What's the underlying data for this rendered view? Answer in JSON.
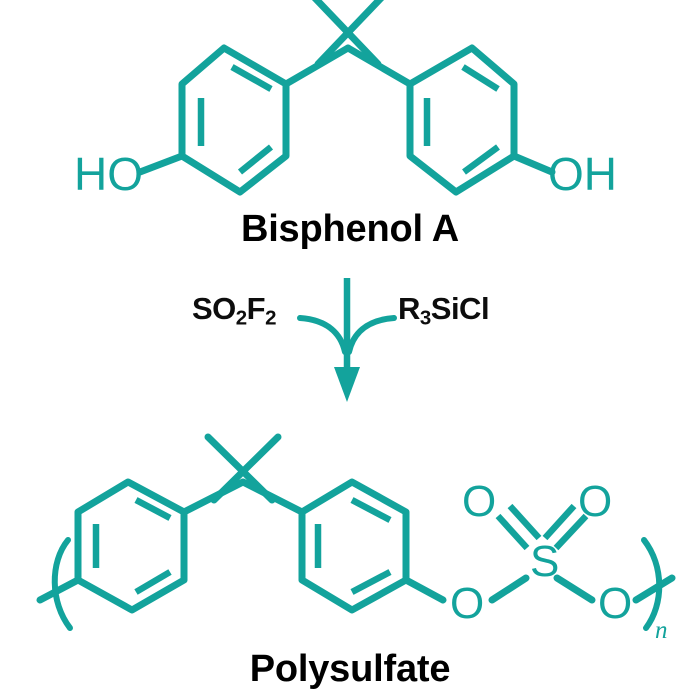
{
  "scheme": {
    "title_top": "Bisphenol A",
    "title_bottom": "Polysulfate",
    "accent_color": "#13a39c",
    "text_color": "#000000",
    "background_color": "#ffffff"
  },
  "reactant": {
    "name": "Bisphenol A",
    "labels": {
      "hydroxyl_left": "HO",
      "hydroxyl_right": "OH"
    }
  },
  "reagents": {
    "left": {
      "text": "SO2F2",
      "prefix": "SO",
      "sub1": "2",
      "mid": "F",
      "sub2": "2"
    },
    "right": {
      "text": "R3SiCl",
      "prefix": "R",
      "sub1": "3",
      "suffix": "SiCl"
    },
    "arrow_direction": "down"
  },
  "product": {
    "name": "Polysulfate",
    "labels": {
      "ester_oxygen_left": "O",
      "sulfur": "S",
      "oxo_left": "O",
      "oxo_right": "O",
      "ester_oxygen_right": "O",
      "repeat_unit": "n"
    }
  }
}
